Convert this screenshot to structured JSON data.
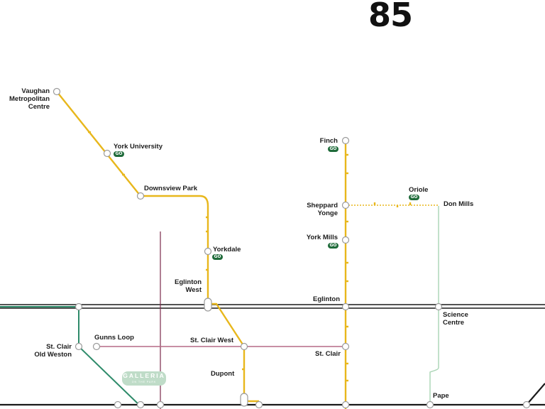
{
  "title": "85",
  "colors": {
    "line1": "#e8b71c",
    "line2": "#1a1a1a",
    "line4": "#e8b71c",
    "line5": "#2e8b6a",
    "st_clair_route": "#b56a86",
    "purple_route": "#7a2a4a",
    "pape_route": "#a9d4b4",
    "go_badge": "#1f6b3a"
  },
  "stations": {
    "vaughan": "Vaughan\nMetropolitan\nCentre",
    "york_university": "York University",
    "downsview_park": "Downsview Park",
    "yorkdale": "Yorkdale",
    "eglinton_west": "Eglinton\nWest",
    "st_clair_west": "St. Clair West",
    "dupont": "Dupont",
    "finch": "Finch",
    "sheppard_yonge": "Sheppard\nYonge",
    "york_mills": "York Mills",
    "eglinton": "Eglinton",
    "st_clair": "St. Clair",
    "oriole": "Oriole",
    "don_mills": "Don Mills",
    "science_centre": "Science\nCentre",
    "pape": "Pape",
    "gunns_loop": "Gunns Loop",
    "st_clair_old_weston": "St. Clair\nOld Weston"
  },
  "go_badge_label": "GO",
  "landmark": {
    "name": "GALLERIA",
    "tagline": "ON THE PARK"
  }
}
